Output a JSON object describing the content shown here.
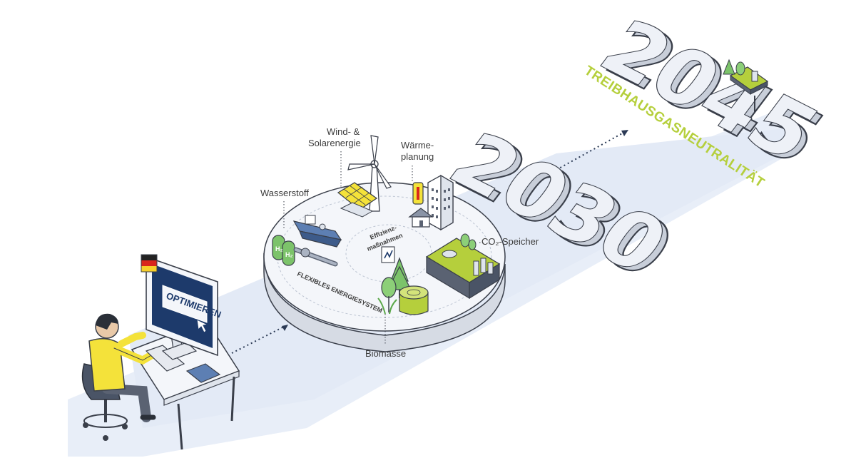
{
  "labels": {
    "wind_solar_line1": "Wind- &",
    "wind_solar_line2": "Solarenergie",
    "waerme_line1": "Wärme-",
    "waerme_line2": "planung",
    "wasserstoff": "Wasserstoff",
    "effizienz_line1": "Effizienz-",
    "effizienz_line2": "maßnahmen",
    "co2_speicher": "CO₂-Speicher",
    "biomasse": "Biomasse",
    "flexibles_energiesystem": "FLEXIBLES ENERGIESYSTEM"
  },
  "screen": {
    "button_label": "OPTIMIEREN"
  },
  "milestones": {
    "year_2030": "2030",
    "year_2045": "2045",
    "goal": "TREIBHAUSGASNEUTRALITÄT"
  },
  "colors": {
    "accent_green": "#b5cf3c",
    "path_blue": "#e8eef8",
    "shirt_yellow": "#f4e23a",
    "screen_blue": "#1d3a6b",
    "outline": "#3a3f4a"
  },
  "icons": [
    "germany-flag-icon",
    "cursor-hand-icon",
    "wind-turbine-icon",
    "solar-panel-icon",
    "thermometer-icon",
    "building-icon",
    "house-icon",
    "hydrogen-tank-icon",
    "ship-icon",
    "tree-icon",
    "biomass-bale-icon",
    "co2-storage-icon",
    "lightning-icon"
  ]
}
